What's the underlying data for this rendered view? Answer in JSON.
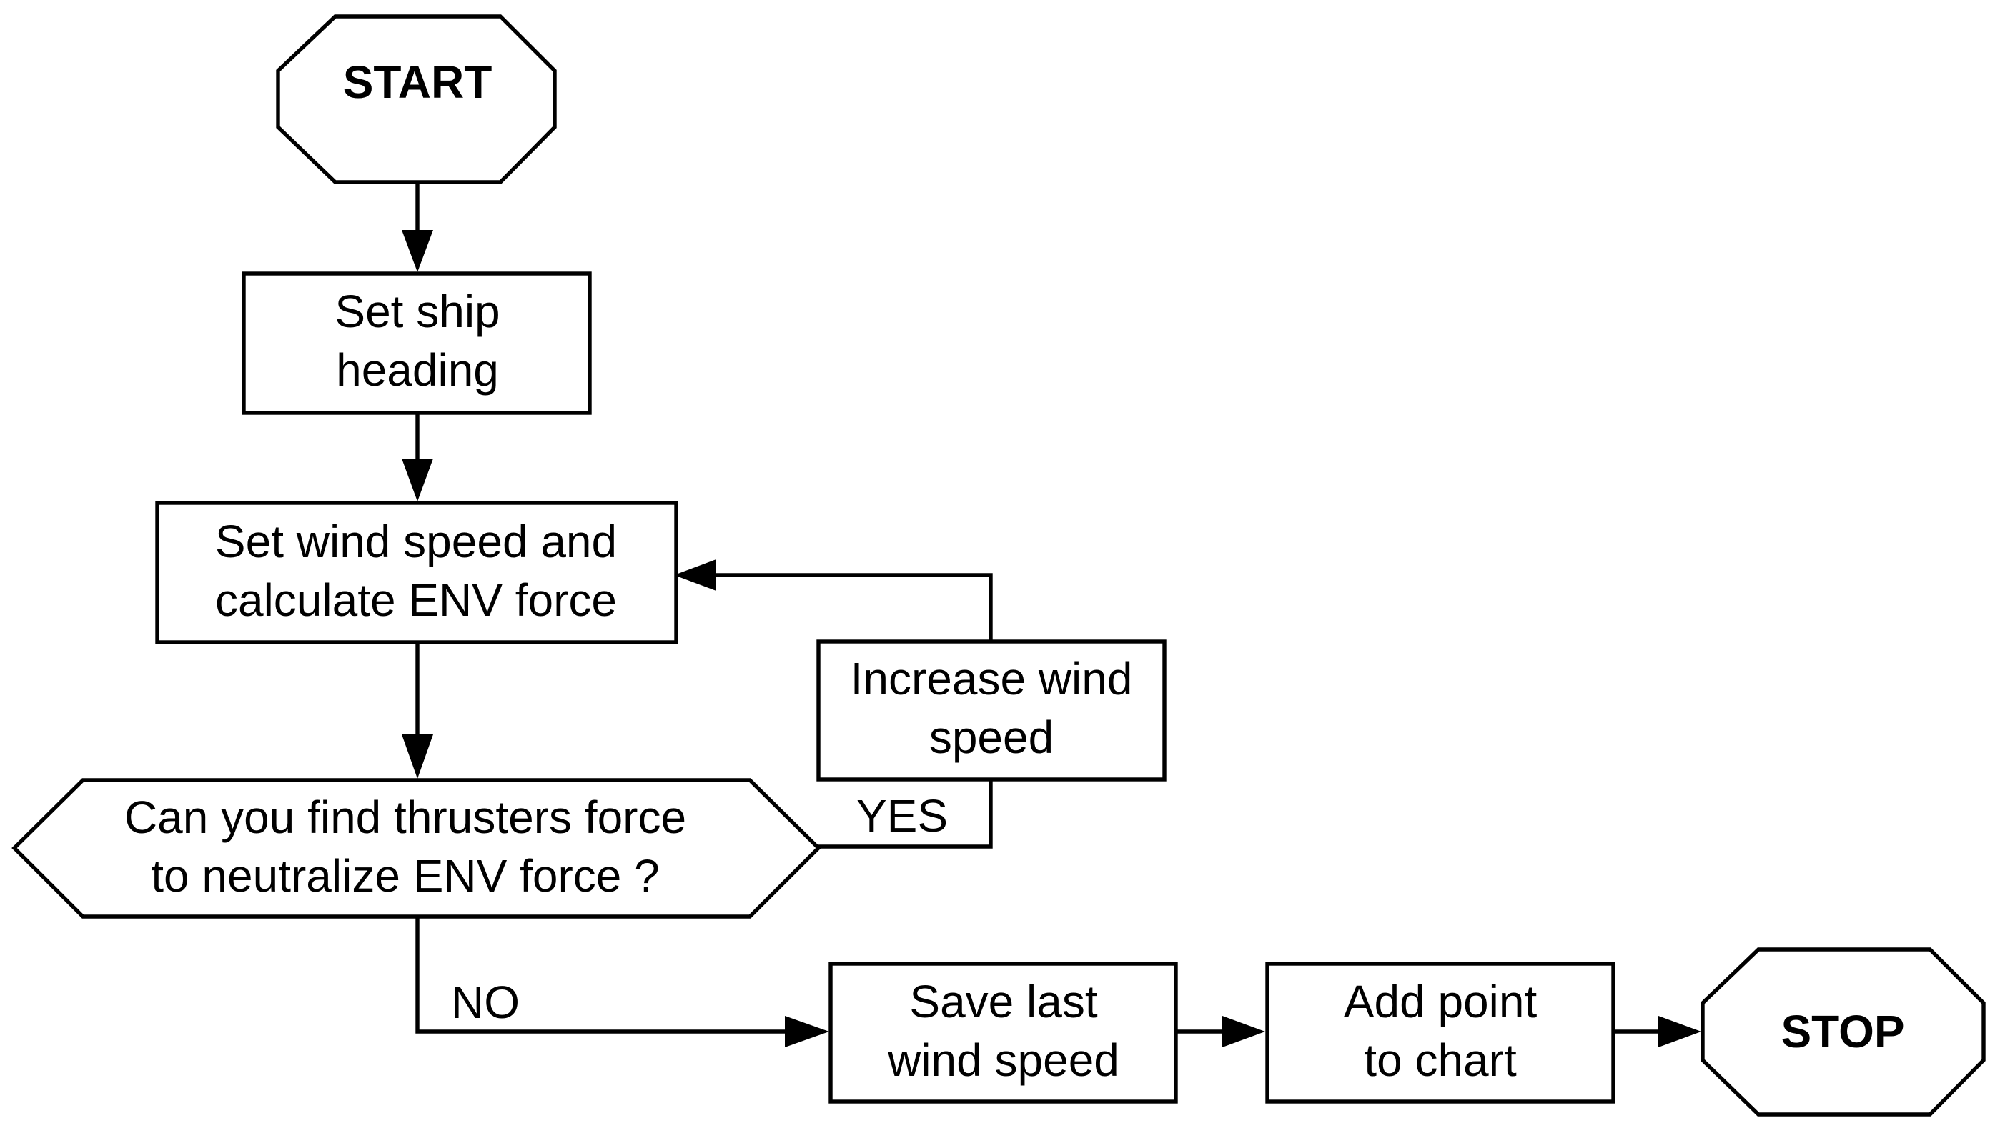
{
  "nodes": {
    "start": {
      "lines": [
        "START"
      ]
    },
    "set_heading": {
      "lines": [
        "Set ship",
        "heading"
      ]
    },
    "set_wind": {
      "lines": [
        "Set wind speed and",
        "calculate ENV force"
      ]
    },
    "decision": {
      "lines": [
        "Can you find thrusters force",
        "to neutralize ENV force ?"
      ]
    },
    "increase_wind": {
      "lines": [
        "Increase wind",
        "speed"
      ]
    },
    "save_speed": {
      "lines": [
        "Save last",
        "wind speed"
      ]
    },
    "add_point": {
      "lines": [
        "Add point",
        "to chart"
      ]
    },
    "stop": {
      "lines": [
        "STOP"
      ]
    }
  },
  "edge_labels": {
    "yes": "YES",
    "no": "NO"
  },
  "colors": {
    "stroke": "#000000",
    "fill": "#ffffff"
  }
}
